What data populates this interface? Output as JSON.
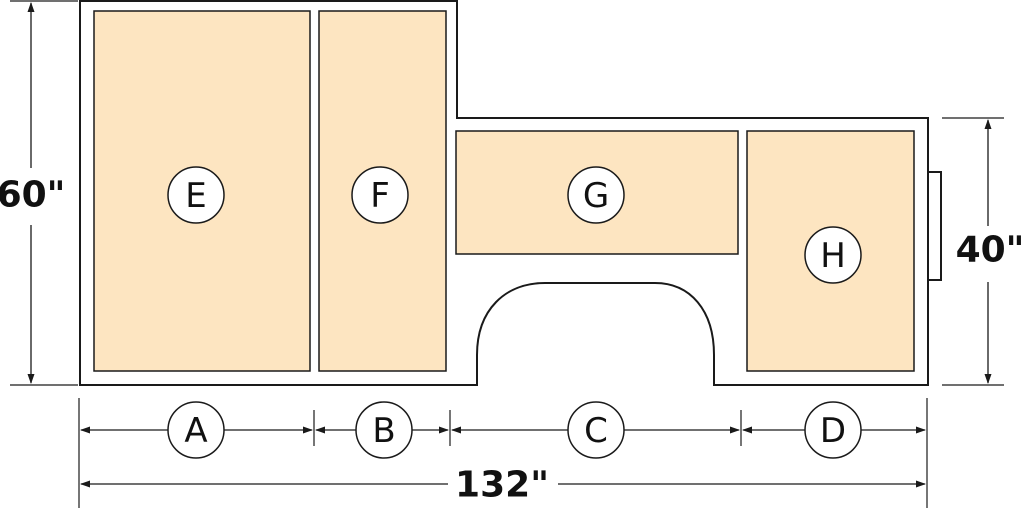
{
  "colors": {
    "panel_fill": "#fde5c1",
    "outline": "#1a1a1a",
    "background": "#ffffff"
  },
  "dimensions": {
    "overall_width": "132\"",
    "left_height": "60\"",
    "right_height": "40\""
  },
  "panels": [
    {
      "id": "E",
      "label": "E"
    },
    {
      "id": "F",
      "label": "F"
    },
    {
      "id": "G",
      "label": "G"
    },
    {
      "id": "H",
      "label": "H"
    }
  ],
  "segments": [
    {
      "id": "A",
      "label": "A"
    },
    {
      "id": "B",
      "label": "B"
    },
    {
      "id": "C",
      "label": "C"
    },
    {
      "id": "D",
      "label": "D"
    }
  ]
}
